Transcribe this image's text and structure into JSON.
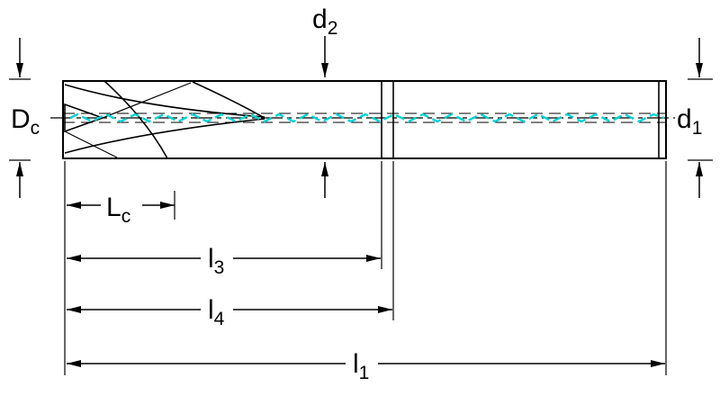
{
  "diagram": {
    "labels": {
      "dc": {
        "main": "D",
        "sub": "c"
      },
      "d2": {
        "main": "d",
        "sub": "2"
      },
      "d1": {
        "main": "d",
        "sub": "1"
      },
      "lc": {
        "main": "L",
        "sub": "c"
      },
      "l3": {
        "main": "l",
        "sub": "3"
      },
      "l4": {
        "main": "l",
        "sub": "4"
      },
      "l1": {
        "main": "l",
        "sub": "1"
      }
    },
    "colors": {
      "coolant_channel": "#00d4d4",
      "tool_fill": "#d6d6d6",
      "outline": "#000000",
      "background": "#ffffff"
    }
  }
}
